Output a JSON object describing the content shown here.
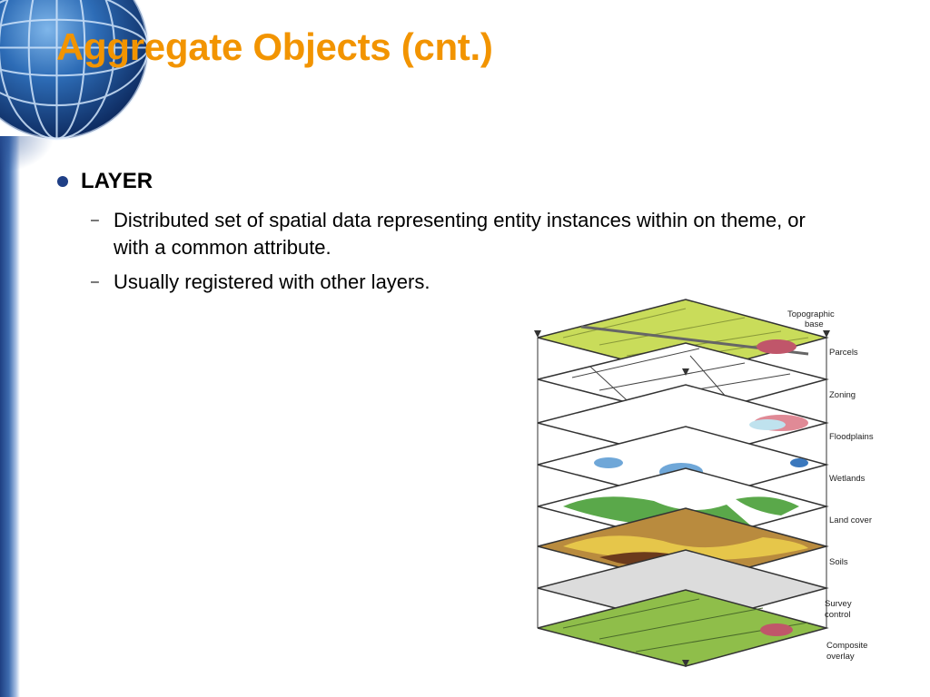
{
  "slide": {
    "title": "Aggregate Objects (cnt.)",
    "bullet": "LAYER",
    "subbullets": [
      {
        "dash": "–",
        "text": "Distributed set of spatial data representing entity instances within on theme, or with a common attribute."
      },
      {
        "dash": "–",
        "text": "Usually registered with other layers."
      }
    ]
  },
  "layers": {
    "topographic_1": "Topographic",
    "topographic_2": "base",
    "parcels": "Parcels",
    "zoning": "Zoning",
    "floodplains": "Floodplains",
    "wetlands": "Wetlands",
    "land_cover": "Land cover",
    "soils": "Soils",
    "survey_1": "Survey",
    "survey_2": "control",
    "composite_1": "Composite",
    "composite_2": "overlay"
  },
  "colors": {
    "title": "#f29400",
    "bullet": "#1f3f86"
  }
}
